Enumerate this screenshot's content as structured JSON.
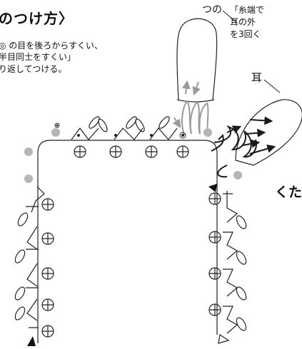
{
  "title": "のつけ方〉",
  "instructions": [
    "◎ の目を後ろからすくい、",
    "半目同士をすくい」",
    "り返してつける。"
  ],
  "note": [
    "「糸端で",
    "耳の外",
    "を3回く"
  ],
  "labels": {
    "horn": "つの",
    "ear": "耳",
    "body": "くた"
  },
  "colors": {
    "line": "#222222",
    "gray_dot": "#b5b5b5",
    "gray_thread": "#9a9a9a",
    "dark_thread": "#1a1a1a"
  },
  "icons": {
    "crochet_symbol": "plus-circle",
    "marker": "black-triangle",
    "joining_point": "gray-dot",
    "target_stitch": "double-circle"
  }
}
